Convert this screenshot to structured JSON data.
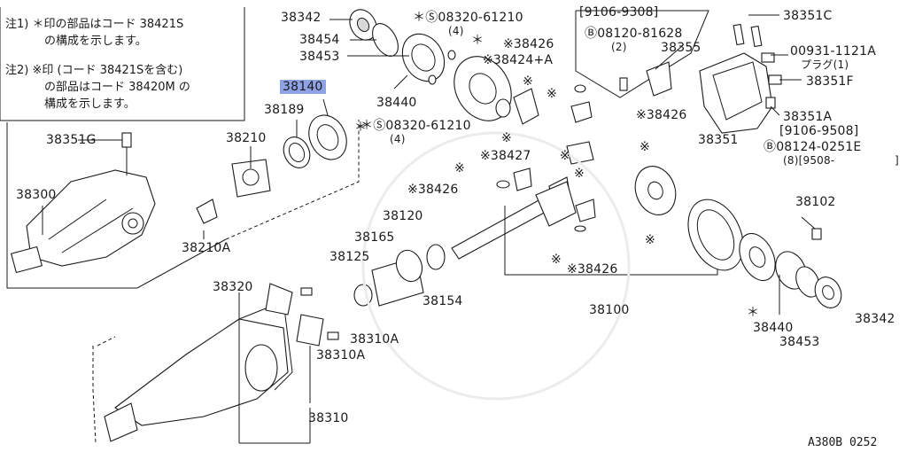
{
  "notes": {
    "note1_line1": "注1) ＊印の部品はコード 38421S",
    "note1_line2": "の構成を示します。",
    "note2_line1": "注2) ※印 (コード 38421Sを含む)",
    "note2_line2": "の部品はコード 38420M の",
    "note2_line3": "構成を示します。"
  },
  "parts": {
    "p38342_top": "38342",
    "p38454": "38454",
    "p38453_top": "38453",
    "p38440_top": "38440",
    "p38140": "38140",
    "p38189": "38189",
    "p38210": "38210",
    "p38210A": "38210A",
    "p38351G": "38351G",
    "p38300": "38300",
    "bolt1": "＊Ⓢ08320-61210",
    "bolt1_qty": "(4)",
    "bolt2": "＊Ⓢ08320-61210",
    "bolt2_qty": "(4)",
    "star_a": "＊",
    "p38426_a": "※38426",
    "p38424A": "※38424+A",
    "p38426_b": "※38426",
    "p38427": "※38427",
    "p38426_c": "※38426",
    "p38426_d": "※38426",
    "bracket_date": "[9106-9308]",
    "bolt3": "Ⓑ08120-81628",
    "bolt3_qty": "(2)",
    "p38355": "38355",
    "p38351C": "38351C",
    "p00931": "00931-1121A",
    "plug": "プラグ(1)",
    "p38351F": "38351F",
    "p38351A": "38351A",
    "p38351A_date": "[9106-9508]",
    "bolt4": "Ⓑ08124-0251E",
    "bolt4_qty": "(8)[9508-",
    "bolt4_close": "]",
    "p38351": "38351",
    "p38120": "38120",
    "p38165": "38165",
    "p38125": "38125",
    "p38154": "38154",
    "p38100": "38100",
    "p38102": "38102",
    "p38440_r": "38440",
    "p38453_r": "38453",
    "p38342_r": "38342",
    "p38320": "38320",
    "p38310A_a": "38310A",
    "p38310A_b": "38310A",
    "p38310": "38310",
    "mark1": "※",
    "mark2": "※",
    "mark3": "※",
    "mark4": "※",
    "mark5": "※",
    "mark6": "※",
    "mark7": "※",
    "mark8": "※",
    "mark9": "※",
    "mark10": "＊",
    "mark11": "＊"
  },
  "footer": {
    "code": "A380B 0252"
  },
  "colors": {
    "highlight": "#8fa2e6",
    "ink": "#1a1a1a"
  }
}
